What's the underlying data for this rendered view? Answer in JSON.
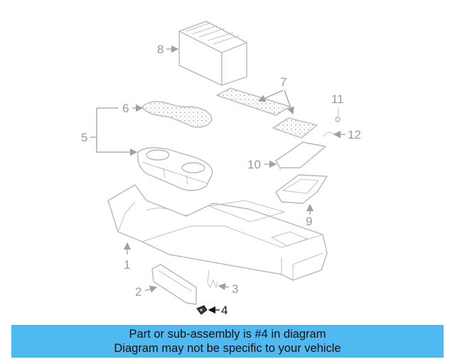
{
  "diagram": {
    "callouts": {
      "c1": "1",
      "c2": "2",
      "c3": "3",
      "c4": "4",
      "c5": "5",
      "c6": "6",
      "c7": "7",
      "c8": "8",
      "c9": "9",
      "c10": "10",
      "c11": "11",
      "c12": "12"
    },
    "highlighted_part": "4",
    "colors": {
      "highlight": "#111111",
      "parts": "#b7b7b7",
      "labels": "#9a9a9a"
    }
  },
  "banner": {
    "line1": "Part or sub-assembly is #4 in diagram",
    "line2": "Diagram may not be specific to your vehicle",
    "background": "#4fbaf2"
  }
}
